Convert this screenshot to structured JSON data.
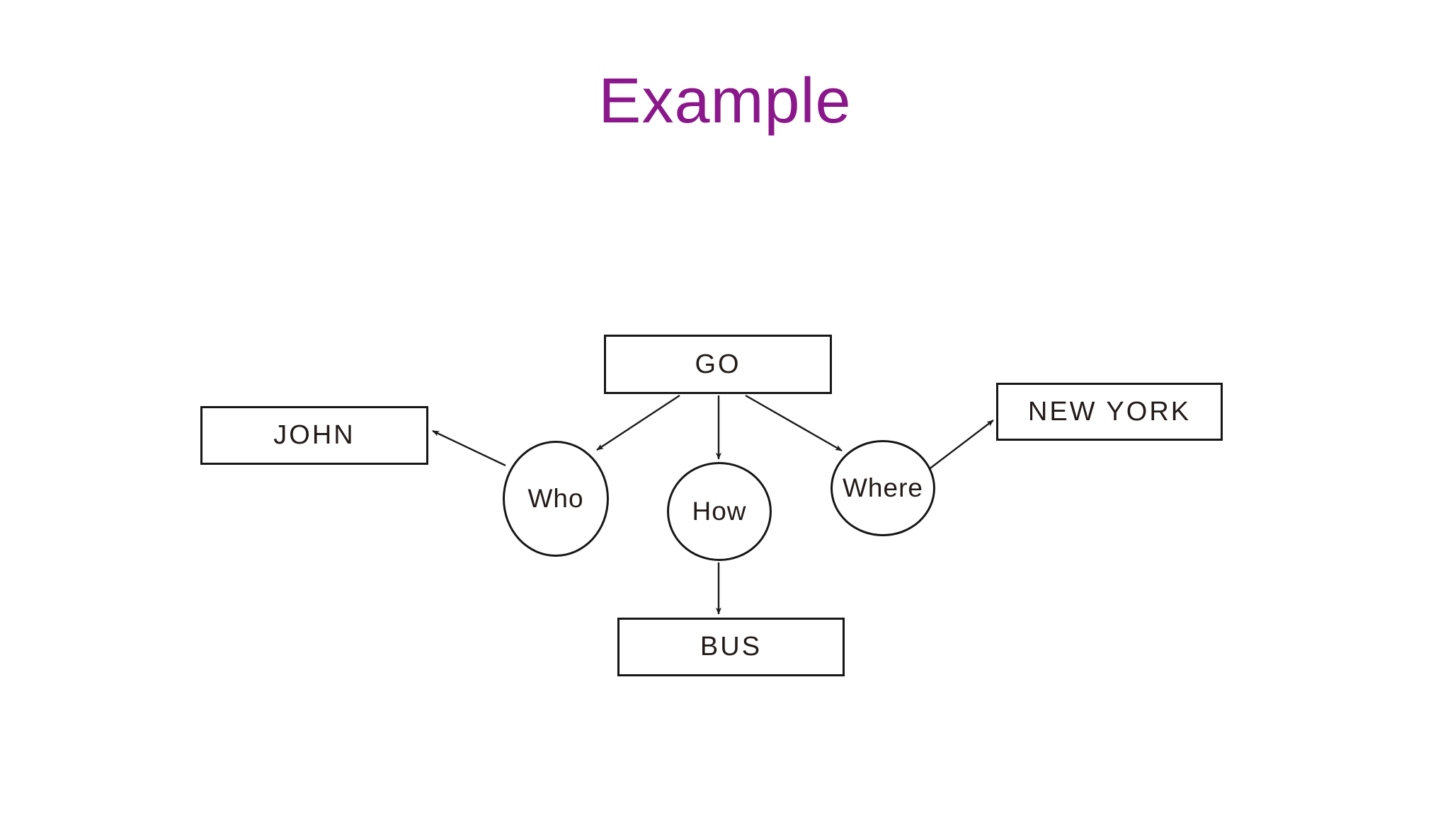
{
  "slide": {
    "title": "Example",
    "title_color": "#8b188b"
  },
  "diagram": {
    "boxes": {
      "go": {
        "label": "GO"
      },
      "john": {
        "label": "JOHN"
      },
      "new_york": {
        "label": "NEW YORK"
      },
      "bus": {
        "label": "BUS"
      }
    },
    "circles": {
      "who": {
        "label": "Who"
      },
      "how": {
        "label": "How"
      },
      "where": {
        "label": "Where"
      }
    },
    "edges": [
      {
        "from": "GO",
        "to": "Who"
      },
      {
        "from": "GO",
        "to": "How"
      },
      {
        "from": "GO",
        "to": "Where"
      },
      {
        "from": "Who",
        "to": "JOHN"
      },
      {
        "from": "Where",
        "to": "NEW YORK"
      },
      {
        "from": "How",
        "to": "BUS"
      }
    ],
    "line_color": "#1a1a1a"
  }
}
